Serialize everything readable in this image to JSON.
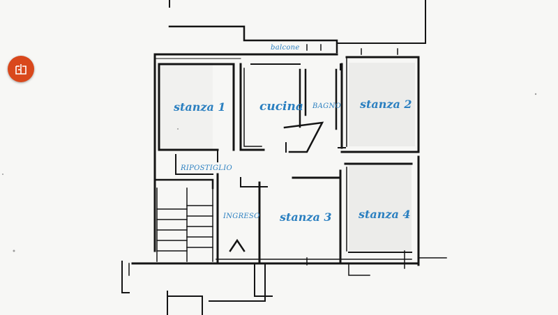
{
  "rooms": {
    "balcone": "balcone",
    "stanza1": "stanza 1",
    "cucina": "cucina",
    "bagno": "BAGNO",
    "stanza2": "stanza 2",
    "ripostiglio": "RIPOSTIGLIO",
    "ingreso": "INGRESO",
    "stanza3": "stanza 3",
    "stanza4": "stanza 4"
  },
  "badge": {
    "icon": "floorplan-icon",
    "color": "#d9481c"
  },
  "label_color": "#2a7fc0",
  "wall_color": "#141414"
}
